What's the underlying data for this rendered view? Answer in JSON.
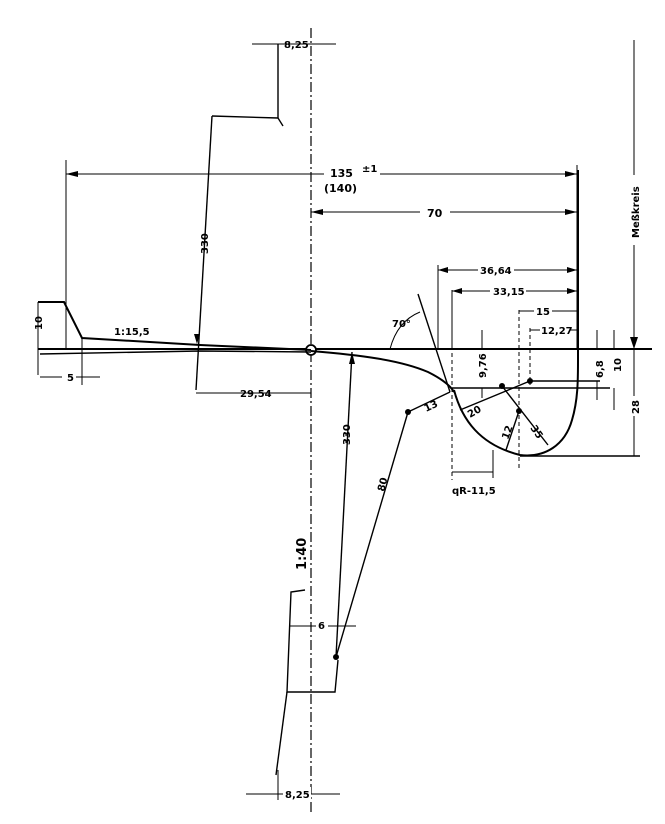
{
  "drawing": {
    "type": "technical wheel profile drawing",
    "labels": {
      "top_width": "8,25",
      "bottom_width": "8,25",
      "overall_width": "135",
      "overall_tol": "±1",
      "overall_alt": "(140)",
      "half_width": "70",
      "dim_36_64": "36,64",
      "dim_33_15": "33,15",
      "dim_15": "15",
      "dim_12_27": "12,27",
      "dim_9_76": "9,76",
      "dim_6_8": "6,8",
      "dim_10_right": "10",
      "dim_28": "28",
      "radius_13": "13",
      "radius_20": "20",
      "radius_12": "12",
      "radius_35": "35",
      "radius_80": "80",
      "radius_330_upper": "330",
      "radius_330_lower": "330",
      "angle_70": "70°",
      "flange_qr": "qR-11,5",
      "taper_1_15": "1:15,5",
      "taper_1_40": "1:40",
      "dim_29_54": "29,54",
      "dim_6": "6",
      "dim_10_left": "10",
      "dim_5": "5",
      "measuring_circle": "Meßkreis"
    }
  }
}
